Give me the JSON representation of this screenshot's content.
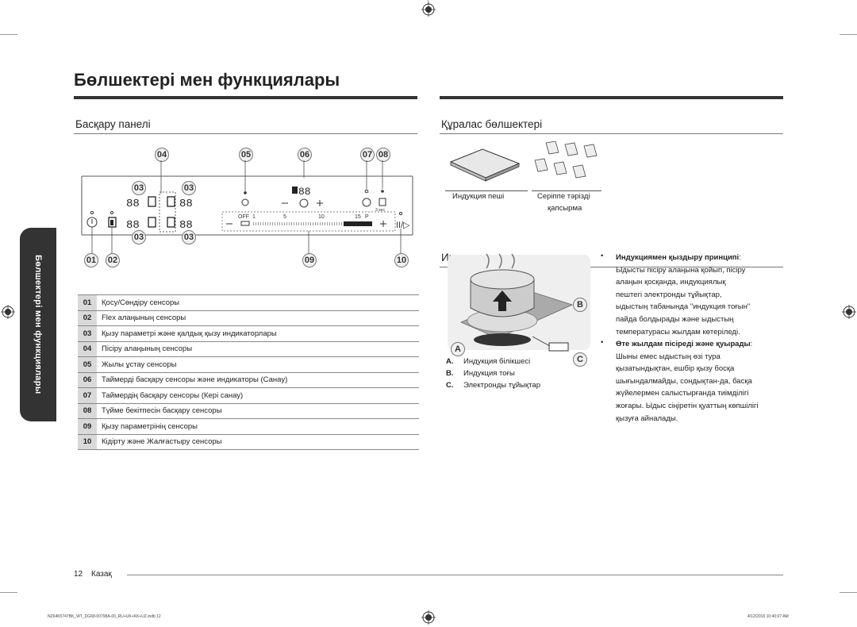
{
  "page_title": "Бөлшектері мен функциялары",
  "side_tab": "Бөлшектері мен функциялары",
  "control_panel": {
    "heading": "Басқару панелі",
    "callouts_top": [
      "04",
      "05",
      "06",
      "07",
      "08"
    ],
    "callouts_inner": [
      "03",
      "03",
      "03",
      "03"
    ],
    "callouts_bottom": [
      "01",
      "02",
      "09",
      "10"
    ],
    "slider_labels": [
      "OFF",
      "1",
      "5",
      "10",
      "15",
      "P"
    ]
  },
  "legend": [
    {
      "num": "01",
      "text": "Қосу/Сөндіру сенсоры"
    },
    {
      "num": "02",
      "text": "Flex алаңының сенсоры"
    },
    {
      "num": "03",
      "text": "Қызу параметрі және қалдық қызу индикаторлары"
    },
    {
      "num": "04",
      "text": "Пісіру алаңының сенсоры"
    },
    {
      "num": "05",
      "text": "Жылы ұстау сенсоры"
    },
    {
      "num": "06",
      "text": "Таймерді басқару сенсоры және индикаторы (Санау)"
    },
    {
      "num": "07",
      "text": "Таймердің басқару сенсоры (Кері санау)"
    },
    {
      "num": "08",
      "text": "Түйме бекітпесін басқару сенсоры"
    },
    {
      "num": "09",
      "text": "Қызу параметрінің сенсоры"
    },
    {
      "num": "10",
      "text": "Кідірту және Жалғастыру сенсоры"
    }
  ],
  "parts": {
    "heading": "Құралас бөлшектері",
    "item1": "Индукция пеші",
    "item2_line1": "Серіппе тәрізді",
    "item2_line2": "қапсырма"
  },
  "induction": {
    "heading": "Индукциямен қыздыру",
    "labels": {
      "a": "A",
      "b": "B",
      "c": "C"
    },
    "list": [
      {
        "key": "A.",
        "text": "Индукция білікшесі"
      },
      {
        "key": "B.",
        "text": "Индукция тоғы"
      },
      {
        "key": "C.",
        "text": "Электронды тұйықтар"
      }
    ],
    "bullet1_title": "Индукциямен қыздыру принципі",
    "bullet1_lines": [
      "Ыдысты пісіру алаңына қойып, пісіру",
      "алаңын қосқанда, индукциялық",
      "пештегі электронды тұйықтар,",
      "ыдыстың табанында \"индукция тоғын\"",
      "пайда болдырады және ыдыстың",
      "температурасы жылдам көтеріледі."
    ],
    "bullet2_title": "Өте жылдам пісіреді және қуырады",
    "bullet2_lines": [
      "Шыны емес ыдыстың өзі тура",
      "қызатындықтан, ешбір қызу босқа",
      "шығындалмайды, сондықтан-да, басқа",
      "жүйелермен салыстырғанда тиімділігі",
      "жоғары. Ыдыс сіңіретін қуаттың көпшілігі",
      "қызуға айналады."
    ]
  },
  "footer": {
    "page_num": "12",
    "lang": "Казақ",
    "file": "NZ64K5747BK_WT_DG68-00798A-00_RU+UK+KK+UZ.indb   12",
    "date": "4/12/2016   10:40:07 AM"
  }
}
